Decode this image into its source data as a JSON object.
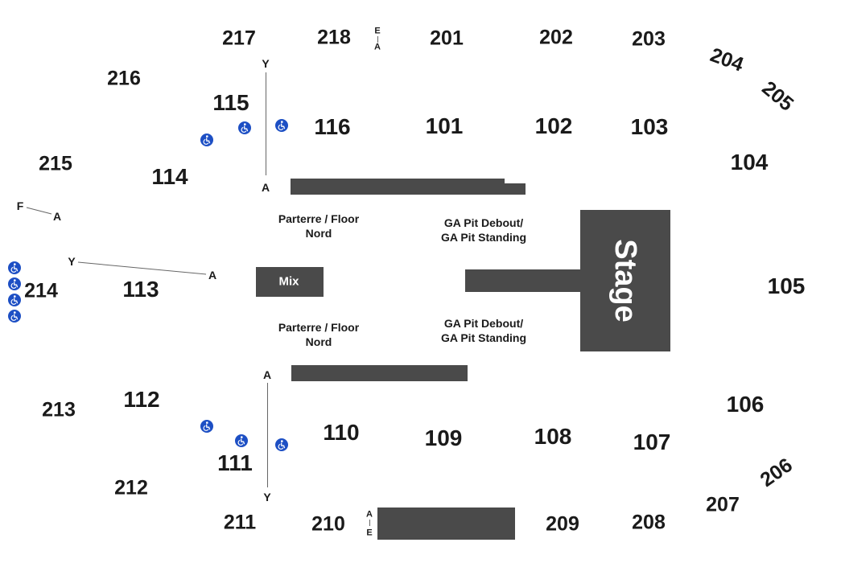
{
  "sections_200": [
    "217",
    "218",
    "201",
    "202",
    "203",
    "204",
    "205",
    "216",
    "215",
    "214",
    "213",
    "212",
    "211",
    "210",
    "209",
    "208",
    "207",
    "206"
  ],
  "sections_100": [
    "115",
    "116",
    "101",
    "102",
    "103",
    "104",
    "114",
    "113",
    "105",
    "112",
    "106",
    "110",
    "109",
    "108",
    "107",
    "111"
  ],
  "zones": {
    "floor_north": [
      "Parterre / Floor",
      "Nord"
    ],
    "ga_pit_north": [
      "GA Pit Debout/",
      "GA Pit Standing"
    ],
    "floor_south": [
      "Parterre / Floor",
      "Nord"
    ],
    "ga_pit_south": [
      "GA Pit Debout/",
      "GA Pit Standing"
    ],
    "mix": "Mix",
    "stage": "Stage"
  },
  "row_markers": {
    "top_e": "E",
    "top_a": "A",
    "left_y_top": "Y",
    "left_a_top": "A",
    "f": "F",
    "fa": "A",
    "mid_y": "Y",
    "mid_a": "A",
    "left_a_bottom": "A",
    "left_y_bottom": "Y",
    "bottom_a": "A",
    "bottom_e": "E"
  },
  "icons": {
    "accessible": "wheelchair-icon"
  },
  "colors": {
    "block": "#4a4a4a",
    "accessible": "#1d4fc4",
    "text": "#1a1a1a"
  }
}
